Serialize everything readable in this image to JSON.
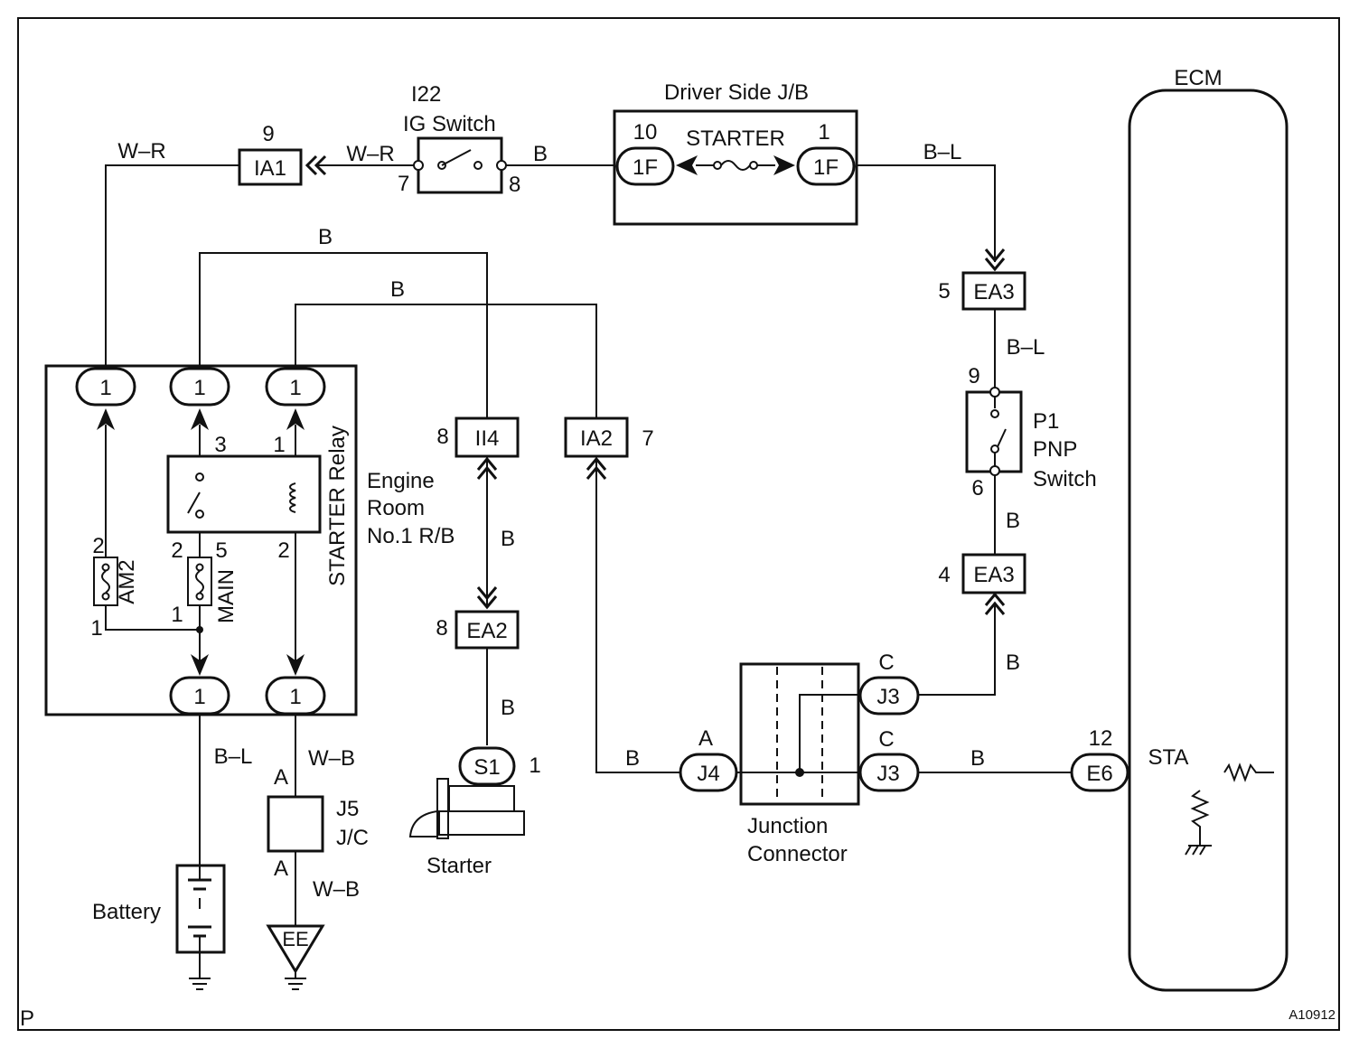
{
  "figure_id": "A10912",
  "corner_mark": "P",
  "components": {
    "ig_switch": {
      "code": "I22",
      "name": "IG Switch",
      "pin_in": "7",
      "pin_out": "8"
    },
    "driver_jb": {
      "name": "Driver Side J/B",
      "fuse": "STARTER",
      "left_conn": "1F",
      "left_pin": "10",
      "right_conn": "1F",
      "right_pin": "1"
    },
    "ecm": {
      "name": "ECM",
      "conn": "E6",
      "pin": "12",
      "terminal": "STA"
    },
    "ia1": {
      "code": "IA1",
      "pin": "9"
    },
    "ea3_top": {
      "code": "EA3",
      "pin": "5"
    },
    "ea3_bottom": {
      "code": "EA3",
      "pin": "4"
    },
    "pnp": {
      "line1": "P1",
      "line2": "PNP",
      "line3": "Switch",
      "pin_top": "9",
      "pin_bottom": "6"
    },
    "relay_box": {
      "title": "STARTER Relay",
      "rb_line1": "Engine",
      "rb_line2": "Room",
      "rb_line3": "No.1 R/B",
      "pin1": "1",
      "pin3": "3",
      "pin2": "2",
      "pin5": "5",
      "fuse_am2": "AM2",
      "fuse_main": "MAIN"
    },
    "ii4": {
      "code": "II4",
      "pin": "8"
    },
    "ia2": {
      "code": "IA2",
      "pin": "7"
    },
    "ea2": {
      "code": "EA2",
      "pin": "8"
    },
    "starter": {
      "name": "Starter",
      "conn": "S1",
      "pin": "1"
    },
    "j5": {
      "code": "J5",
      "sub": "J/C",
      "pin_top": "A",
      "pin_bottom": "A"
    },
    "battery": {
      "name": "Battery"
    },
    "ground_ee": {
      "code": "EE"
    },
    "junction": {
      "line1": "Junction",
      "line2": "Connector",
      "j4": "J4",
      "j4_pin": "A",
      "j3a": "J3",
      "j3a_pin": "C",
      "j3b": "J3",
      "j3b_pin": "C"
    }
  },
  "wires": {
    "wr": "W–R",
    "b": "B",
    "bl": "B–L",
    "wb": "W–B"
  }
}
